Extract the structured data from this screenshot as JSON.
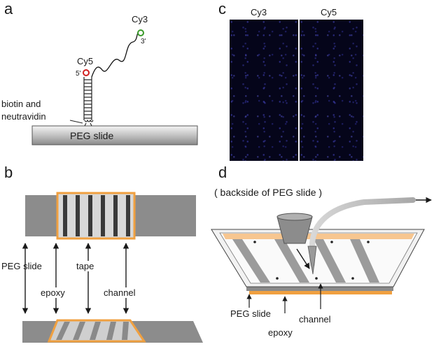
{
  "panels": {
    "a": {
      "letter": "a",
      "cy3": "Cy3",
      "three_prime": "3'",
      "cy5": "Cy5",
      "five_prime": "5'",
      "biotin_line1": "biotin and",
      "biotin_line2": "neutravidin",
      "slide": "PEG slide"
    },
    "b": {
      "letter": "b",
      "peg_slide": "PEG slide",
      "tape": "tape",
      "epoxy": "epoxy",
      "channel": "channel"
    },
    "c": {
      "letter": "c",
      "cy3": "Cy3",
      "cy5": "Cy5"
    },
    "d": {
      "letter": "d",
      "caption": "( backside of PEG slide )",
      "peg_slide": "PEG slide",
      "channel": "channel",
      "epoxy": "epoxy"
    }
  },
  "colors": {
    "cy3_dye": "#3a9a2a",
    "cy5_dye": "#d02020",
    "epoxy": "#f0a040",
    "channel_stripe": "#3a3a3a",
    "tape_stripe": "#d8d8d8",
    "slide_gray": "#8c8c8c",
    "micrograph_bg": "#05051a"
  }
}
